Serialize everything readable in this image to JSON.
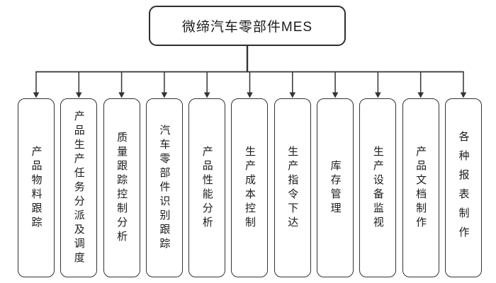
{
  "diagram": {
    "root": {
      "label": "微缔汽车零部件MES"
    },
    "modules": [
      {
        "label": "产品物料跟踪"
      },
      {
        "label": "产品生产任务分派及调度"
      },
      {
        "label": "质量跟踪控制分析"
      },
      {
        "label": "汽车零部件识别跟踪"
      },
      {
        "label": "产品性能分析"
      },
      {
        "label": "生产成本控制"
      },
      {
        "label": "生产指令下达"
      },
      {
        "label": "库存管理"
      },
      {
        "label": "生产设备监视"
      },
      {
        "label": "产品文档制作"
      },
      {
        "label": "各种报表制作"
      }
    ],
    "colors": {
      "background": "#ffffff",
      "line": "#333333",
      "border": "#2e2e2e",
      "text": "#1c1c1c"
    }
  }
}
